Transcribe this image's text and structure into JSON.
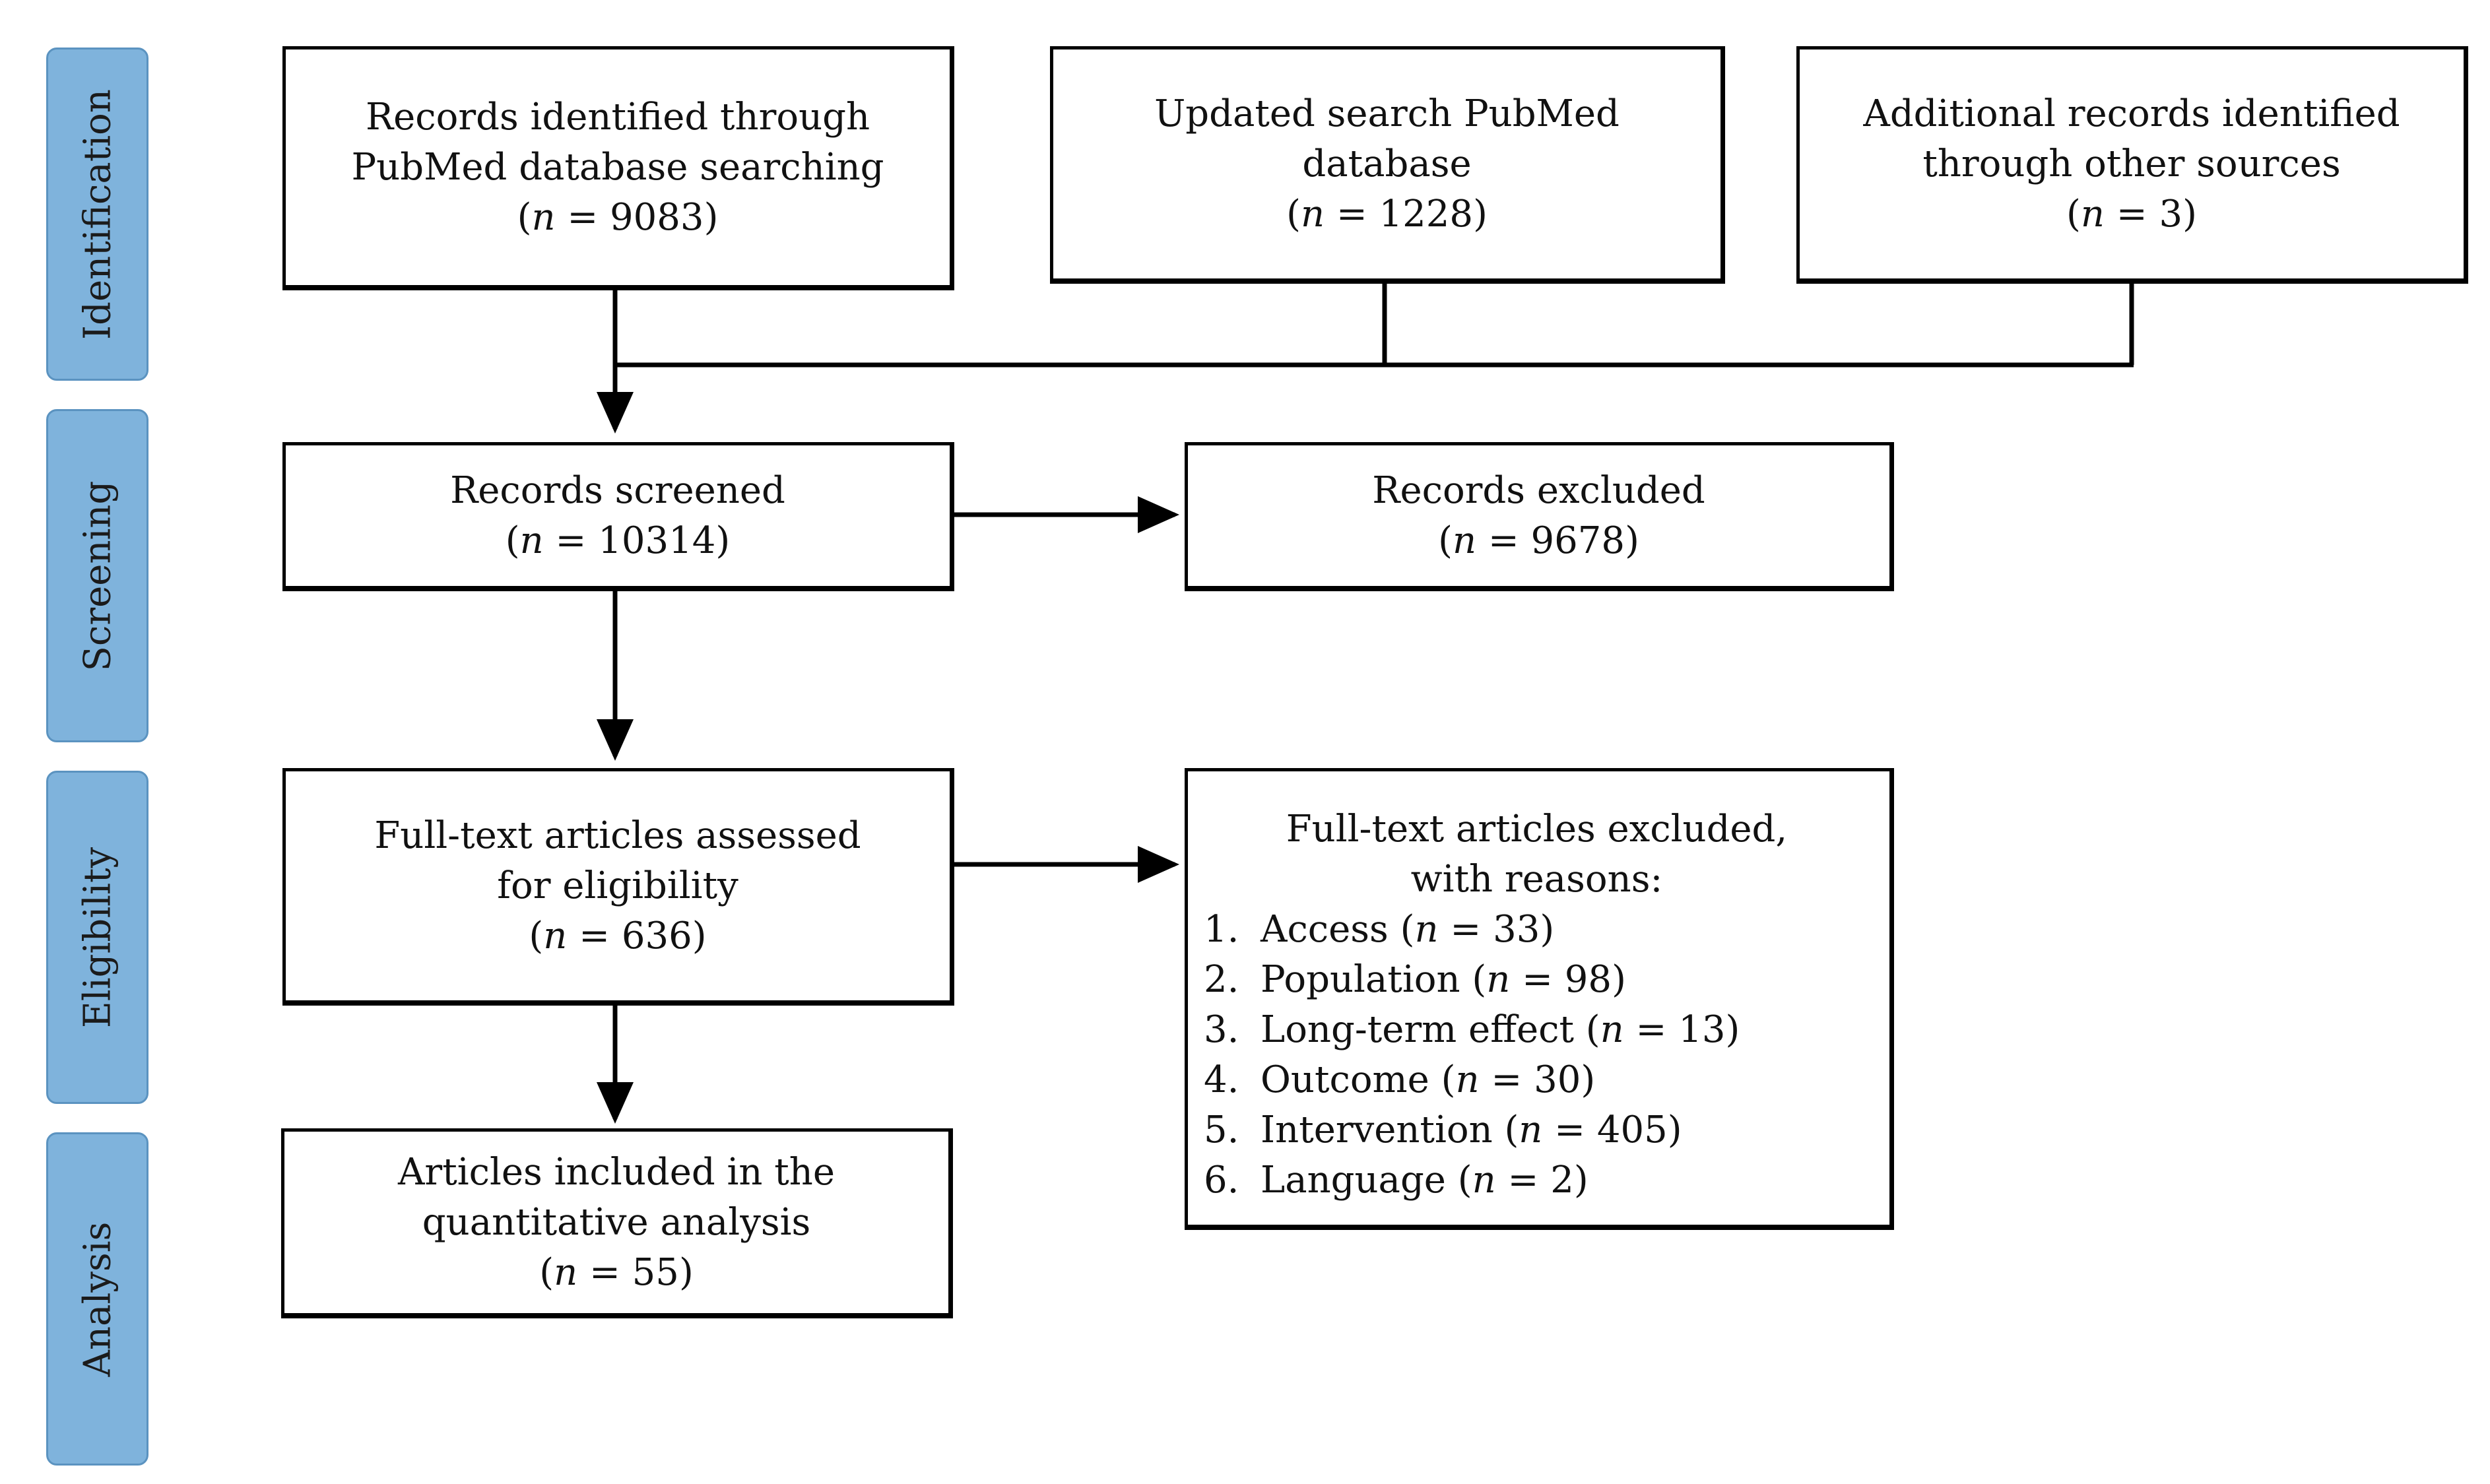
{
  "phases": [
    {
      "label": "Identification"
    },
    {
      "label": "Screening"
    },
    {
      "label": "Eligibility"
    },
    {
      "label": "Analysis"
    }
  ],
  "boxes": {
    "pubmed": {
      "title": "Records identified through PubMed database searching",
      "n_prefix": "n",
      "count": "9083"
    },
    "updated": {
      "title": "Updated search PubMed database",
      "n_prefix": "n",
      "count": "1228"
    },
    "other": {
      "title": "Additional records identified through other sources",
      "n_prefix": "n",
      "count": "3"
    },
    "screened": {
      "title": "Records screened",
      "n_prefix": "n",
      "count": "10314"
    },
    "excluded": {
      "title": "Records excluded",
      "n_prefix": "n",
      "count": "9678"
    },
    "fulltext": {
      "title": "Full-text articles assessed for eligibility",
      "n_prefix": "n",
      "count": "636"
    },
    "included": {
      "title": "Articles included in the quantitative analysis",
      "n_prefix": "n",
      "count": "55"
    },
    "fulltext_excluded": {
      "title": "Full-text articles excluded, with reasons:",
      "reasons": [
        {
          "num": "1.",
          "label": "Access",
          "n_prefix": "n",
          "count": "33"
        },
        {
          "num": "2.",
          "label": "Population",
          "n_prefix": "n",
          "count": "98"
        },
        {
          "num": "3.",
          "label": "Long-term effect",
          "n_prefix": "n",
          "count": "13"
        },
        {
          "num": "4.",
          "label": "Outcome",
          "n_prefix": "n",
          "count": "30"
        },
        {
          "num": "5.",
          "label": "Intervention",
          "n_prefix": "n",
          "count": "405"
        },
        {
          "num": "6.",
          "label": "Language",
          "n_prefix": "n",
          "count": "2"
        }
      ]
    }
  }
}
